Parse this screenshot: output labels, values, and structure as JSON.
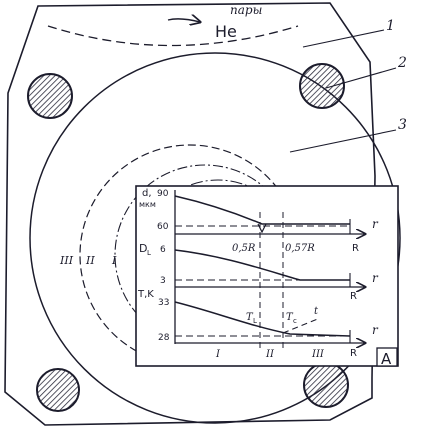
{
  "labels": {
    "vapor": "пары",
    "gas": "He",
    "part1": "1",
    "part2": "2",
    "part3": "3",
    "zone3": "III",
    "zone2": "II",
    "zone1": "I",
    "inset": "A"
  },
  "graphs": {
    "d": {
      "ylabel_top": "d,",
      "ylabel_unit": "мкм",
      "ytick_high": "90",
      "ytick_low": "60",
      "note_a": "0,5R",
      "note_b": "0,57R",
      "r_label": "R",
      "axis": "r"
    },
    "D": {
      "ylabel": "D",
      "ylabel_sub": "L",
      "ytick_high": "6",
      "ytick_low": "3",
      "r_label": "R",
      "axis": "r"
    },
    "T": {
      "ylabel": "T,K",
      "ytick_high": "33",
      "ytick_low": "28",
      "tl": "T",
      "tl_sub": "L",
      "tc": "T",
      "tc_sub": "c",
      "note_t": "t",
      "zone1": "I",
      "zone2": "II",
      "zone3": "III",
      "r_label": "R",
      "axis": "r"
    }
  },
  "colors": {
    "ink": "#1c1c2c",
    "hatch": "#2a2a3a",
    "paper": "#ffffff"
  }
}
